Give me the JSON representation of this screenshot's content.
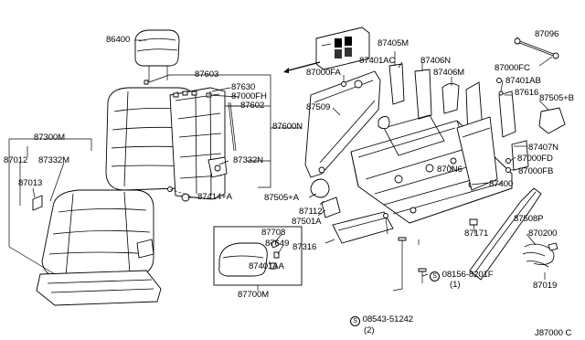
{
  "diagram": {
    "drawing_code": "J87000 C",
    "labels": {
      "headrest": "86400",
      "seat_back_frame_assy": "87603",
      "headrest_guide": "87630",
      "screw_fh": "87000FH",
      "back_frame_sub": "87602",
      "cushion_assy": "87300M",
      "seat_back_assy": "87600N",
      "hinge_012": "87012",
      "hinge_332m": "87332M",
      "hinge_013": "87013",
      "hinge_332n": "87332N",
      "clip_414a": "87414+A",
      "handle_708": "87708",
      "handle_649": "87649",
      "handle_aa": "87401AA",
      "handle_700m": "87700M",
      "trim_405m": "87405M",
      "trim_401ac": "87401AC",
      "screw_fa": "87000FA",
      "trim_406n": "87406N",
      "trim_406m": "87406M",
      "rod_096": "87096",
      "screw_fc": "87000FC",
      "trim_401ab": "87401AB",
      "cover_616": "87616",
      "cover_505b": "87505+B",
      "frame_509": "87509",
      "cover_407n": "87407N",
      "screw_fd": "87000FD",
      "frame_n6": "870N6",
      "screw_fb": "87000FB",
      "adjuster_400": "87400",
      "cover_505a": "87505+A",
      "knob_112": "87112",
      "cover_501a": "87501A",
      "cover_508p": "87508P",
      "harness_171": "87171",
      "harness_200": "870200",
      "trim_316": "87316",
      "bolt_8201f": "08156-8201F",
      "bolt_8201f_qty": "(1)",
      "screw_51242": "08543-51242",
      "screw_51242_qty": "(2)",
      "harness_019": "87019"
    }
  }
}
